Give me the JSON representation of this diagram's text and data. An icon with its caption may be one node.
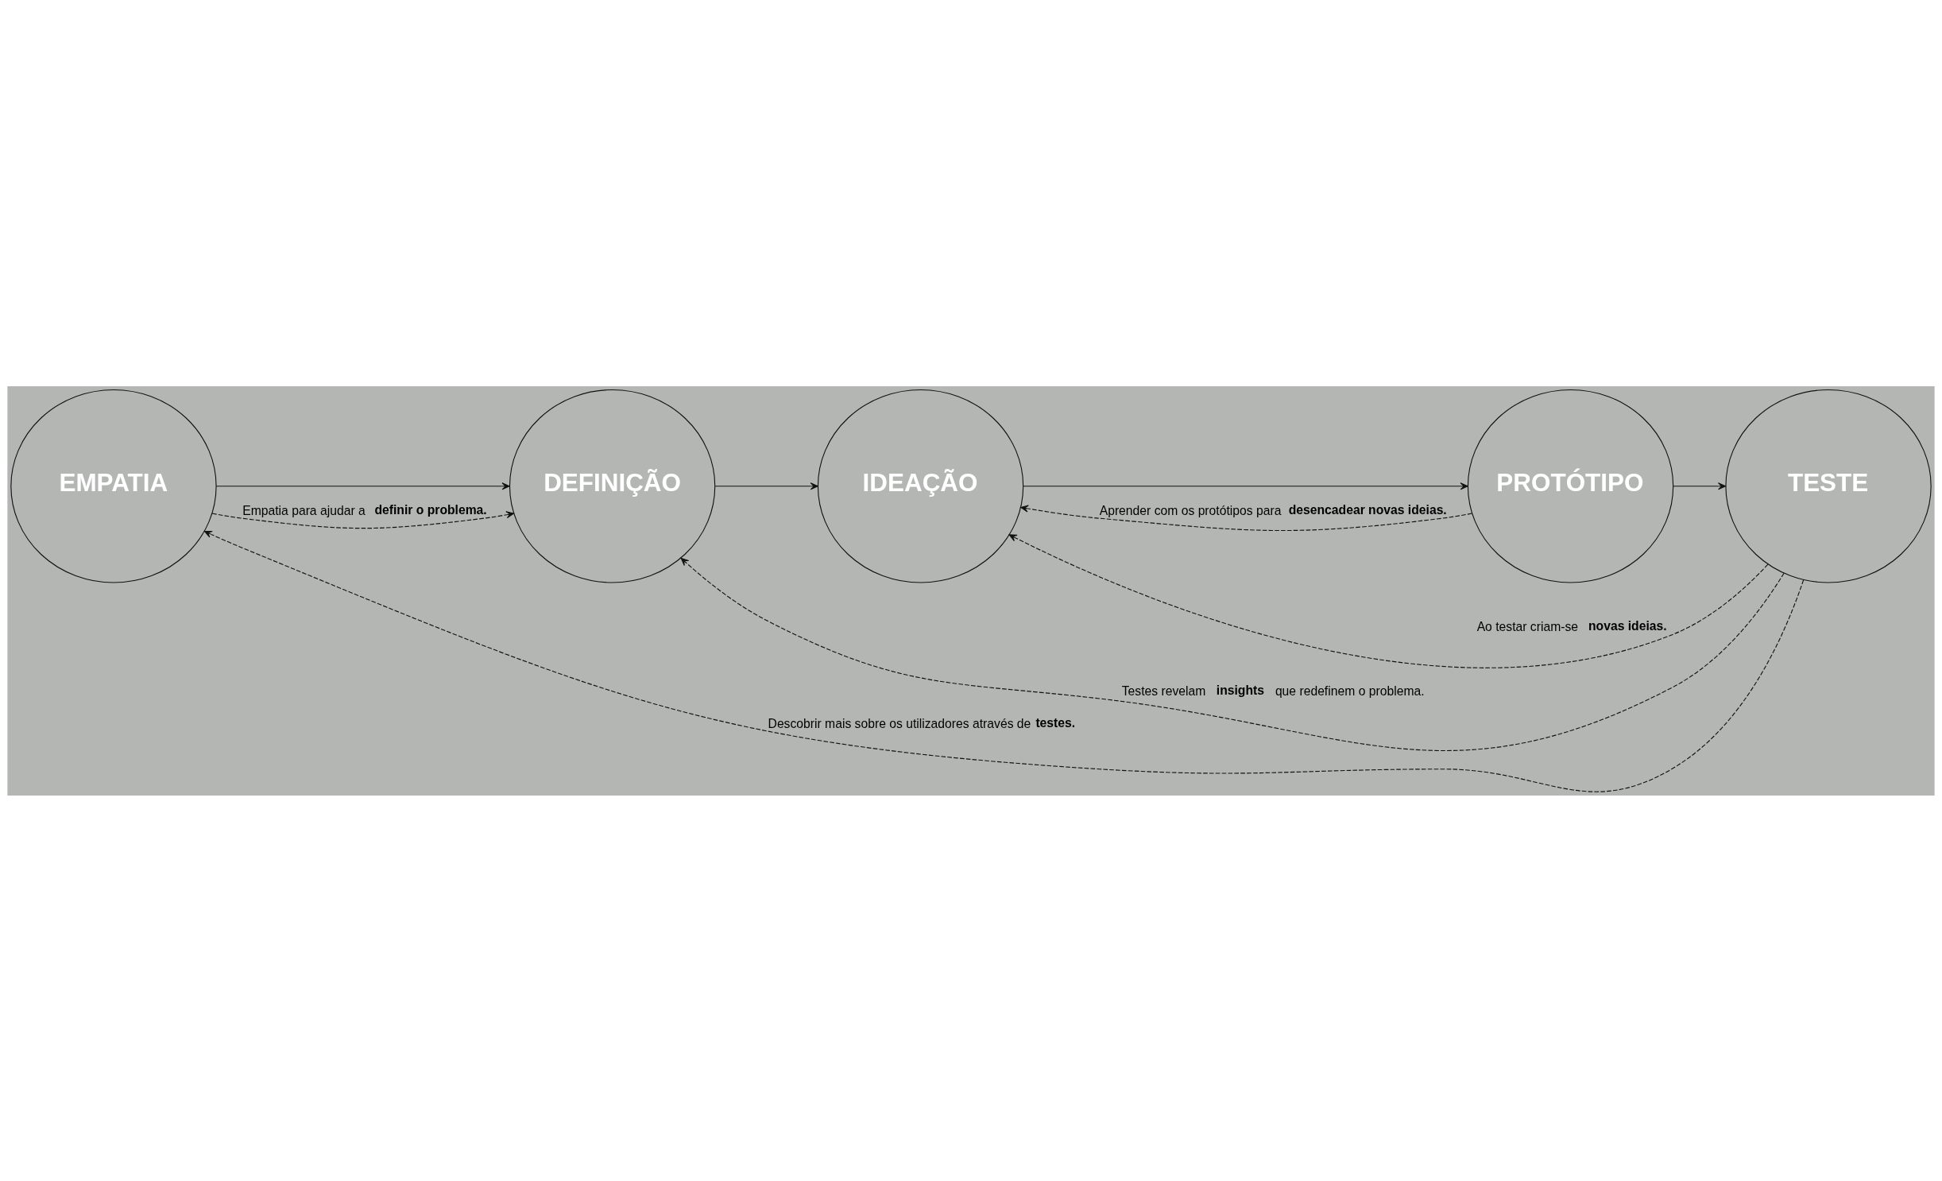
{
  "diagram": {
    "nodes": [
      {
        "text": [
          "EMPATIA"
        ]
      },
      {
        "text": [
          "DEFINIÇÃO"
        ]
      },
      {
        "text": [
          "IDEAÇÃO"
        ]
      },
      {
        "text": [
          "PROTÓTIPO"
        ]
      },
      {
        "text": [
          "TESTE"
        ]
      }
    ],
    "edges": [
      {
        "from": 0,
        "to": 1,
        "arrow": "to"
      },
      {
        "from": 1,
        "to": 2,
        "arrow": "to"
      },
      {
        "from": 2,
        "to": 3,
        "arrow": "to"
      },
      {
        "from": 3,
        "to": 4,
        "arrow": "to"
      },
      {
        "from": 0,
        "to": 1,
        "arrow": "to",
        "style": "dashed",
        "label": "Empatia para ajudar a **definir o problema.**"
      },
      {
        "from": 3,
        "to": 2,
        "arrow": "to",
        "style": "dashed",
        "label": "Aprender com os protótipos para **desencadear novas ideias.**"
      },
      {
        "from": 4,
        "to": 2,
        "arrow": "to",
        "style": "dashed",
        "label": "Ao testar criam-se **novas ideias.**"
      },
      {
        "from": 4,
        "to": 0,
        "arrow": "to",
        "style": "dashed",
        "label": "Descobrir mais sobre os utilizadores através de **testes.**"
      },
      {
        "from": 4,
        "to": 1,
        "arrow": "to",
        "style": "dashed",
        "label": "Testes revelam **insights** que redefinem o problema."
      }
    ]
  }
}
